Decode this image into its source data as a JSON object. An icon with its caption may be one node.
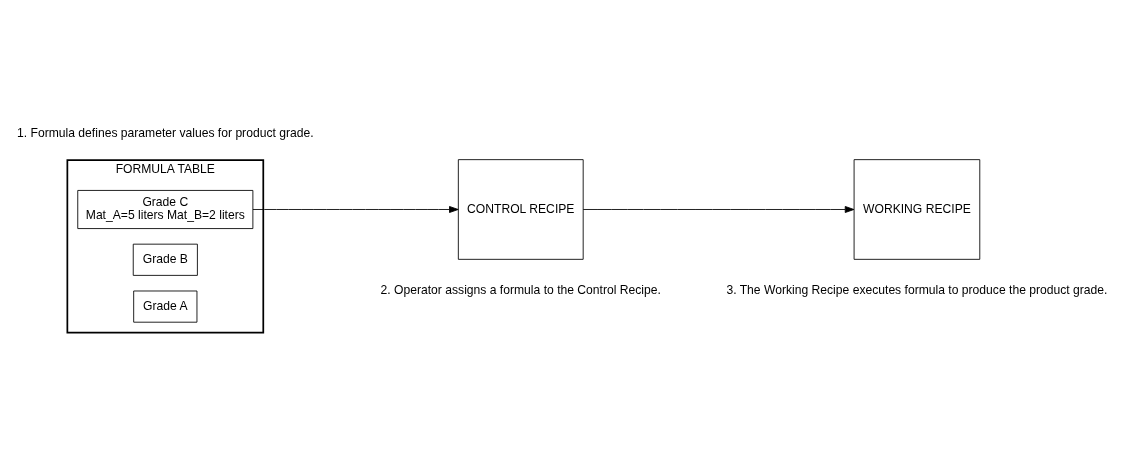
{
  "diagram": {
    "nodes": [
      {
        "text": [
          "FORMULA TABLE"
        ],
        "beside": [
          "1. Formula defines parameter values for product grade."
        ]
      },
      {
        "text": [
          "Grade A"
        ],
        "in": 0
      },
      {
        "text": [
          "Grade B"
        ],
        "in": 0
      },
      {
        "text": [
          "Grade C",
          "Mat_A=5 liters Mat_B=2 liters"
        ],
        "in": 0
      },
      {
        "text": [
          "CONTROL RECIPE"
        ],
        "beside": [
          "2. Operator assigns a formula to the Control Recipe."
        ]
      },
      {
        "text": [
          "WORKING RECIPE"
        ],
        "beside": [
          "3. The Working Recipe executes formula to produce the product grade."
        ]
      }
    ],
    "edges": [
      {
        "from": 3,
        "to": 4,
        "arrow": "to"
      },
      {
        "from": 4,
        "to": 5,
        "arrow": "to"
      }
    ]
  }
}
